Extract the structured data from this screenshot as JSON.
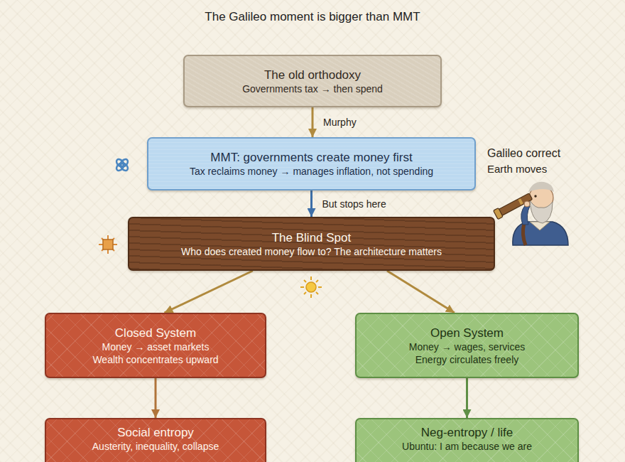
{
  "diagram": {
    "title": "The Galileo moment is bigger than MMT",
    "nodes": [
      {
        "text": [
          "The old orthodoxy",
          "Governments tax → then spend"
        ]
      },
      {
        "text": [
          "MMT: governments create money first",
          "Tax reclaims money → manages inflation, not spending"
        ]
      },
      {
        "text": [
          "The Blind Spot",
          "Who does created money flow to? The architecture matters"
        ]
      },
      {
        "text": [
          "Closed System",
          "Money → asset markets",
          "Wealth concentrates upward"
        ]
      },
      {
        "text": [
          "Open System",
          "Money → wages, services",
          "Energy circulates freely"
        ]
      },
      {
        "text": [
          "Social entropy",
          "Austerity, inequality, collapse"
        ]
      },
      {
        "text": [
          "Neg-entropy / life",
          "Ubuntu: I am because we are"
        ]
      }
    ],
    "edges": [
      {
        "from": 0,
        "to": 1,
        "label": "Murphy",
        "arrow": "to"
      },
      {
        "from": 1,
        "to": 2,
        "label": "But stops here",
        "arrow": "to"
      },
      {
        "from": 2,
        "to": 3,
        "arrow": "to"
      },
      {
        "from": 2,
        "to": 4,
        "arrow": "to"
      },
      {
        "from": 3,
        "to": 5,
        "arrow": "to"
      },
      {
        "from": 4,
        "to": 6,
        "arrow": "to"
      }
    ],
    "labels": [
      "Galileo correct",
      "Earth moves"
    ]
  }
}
